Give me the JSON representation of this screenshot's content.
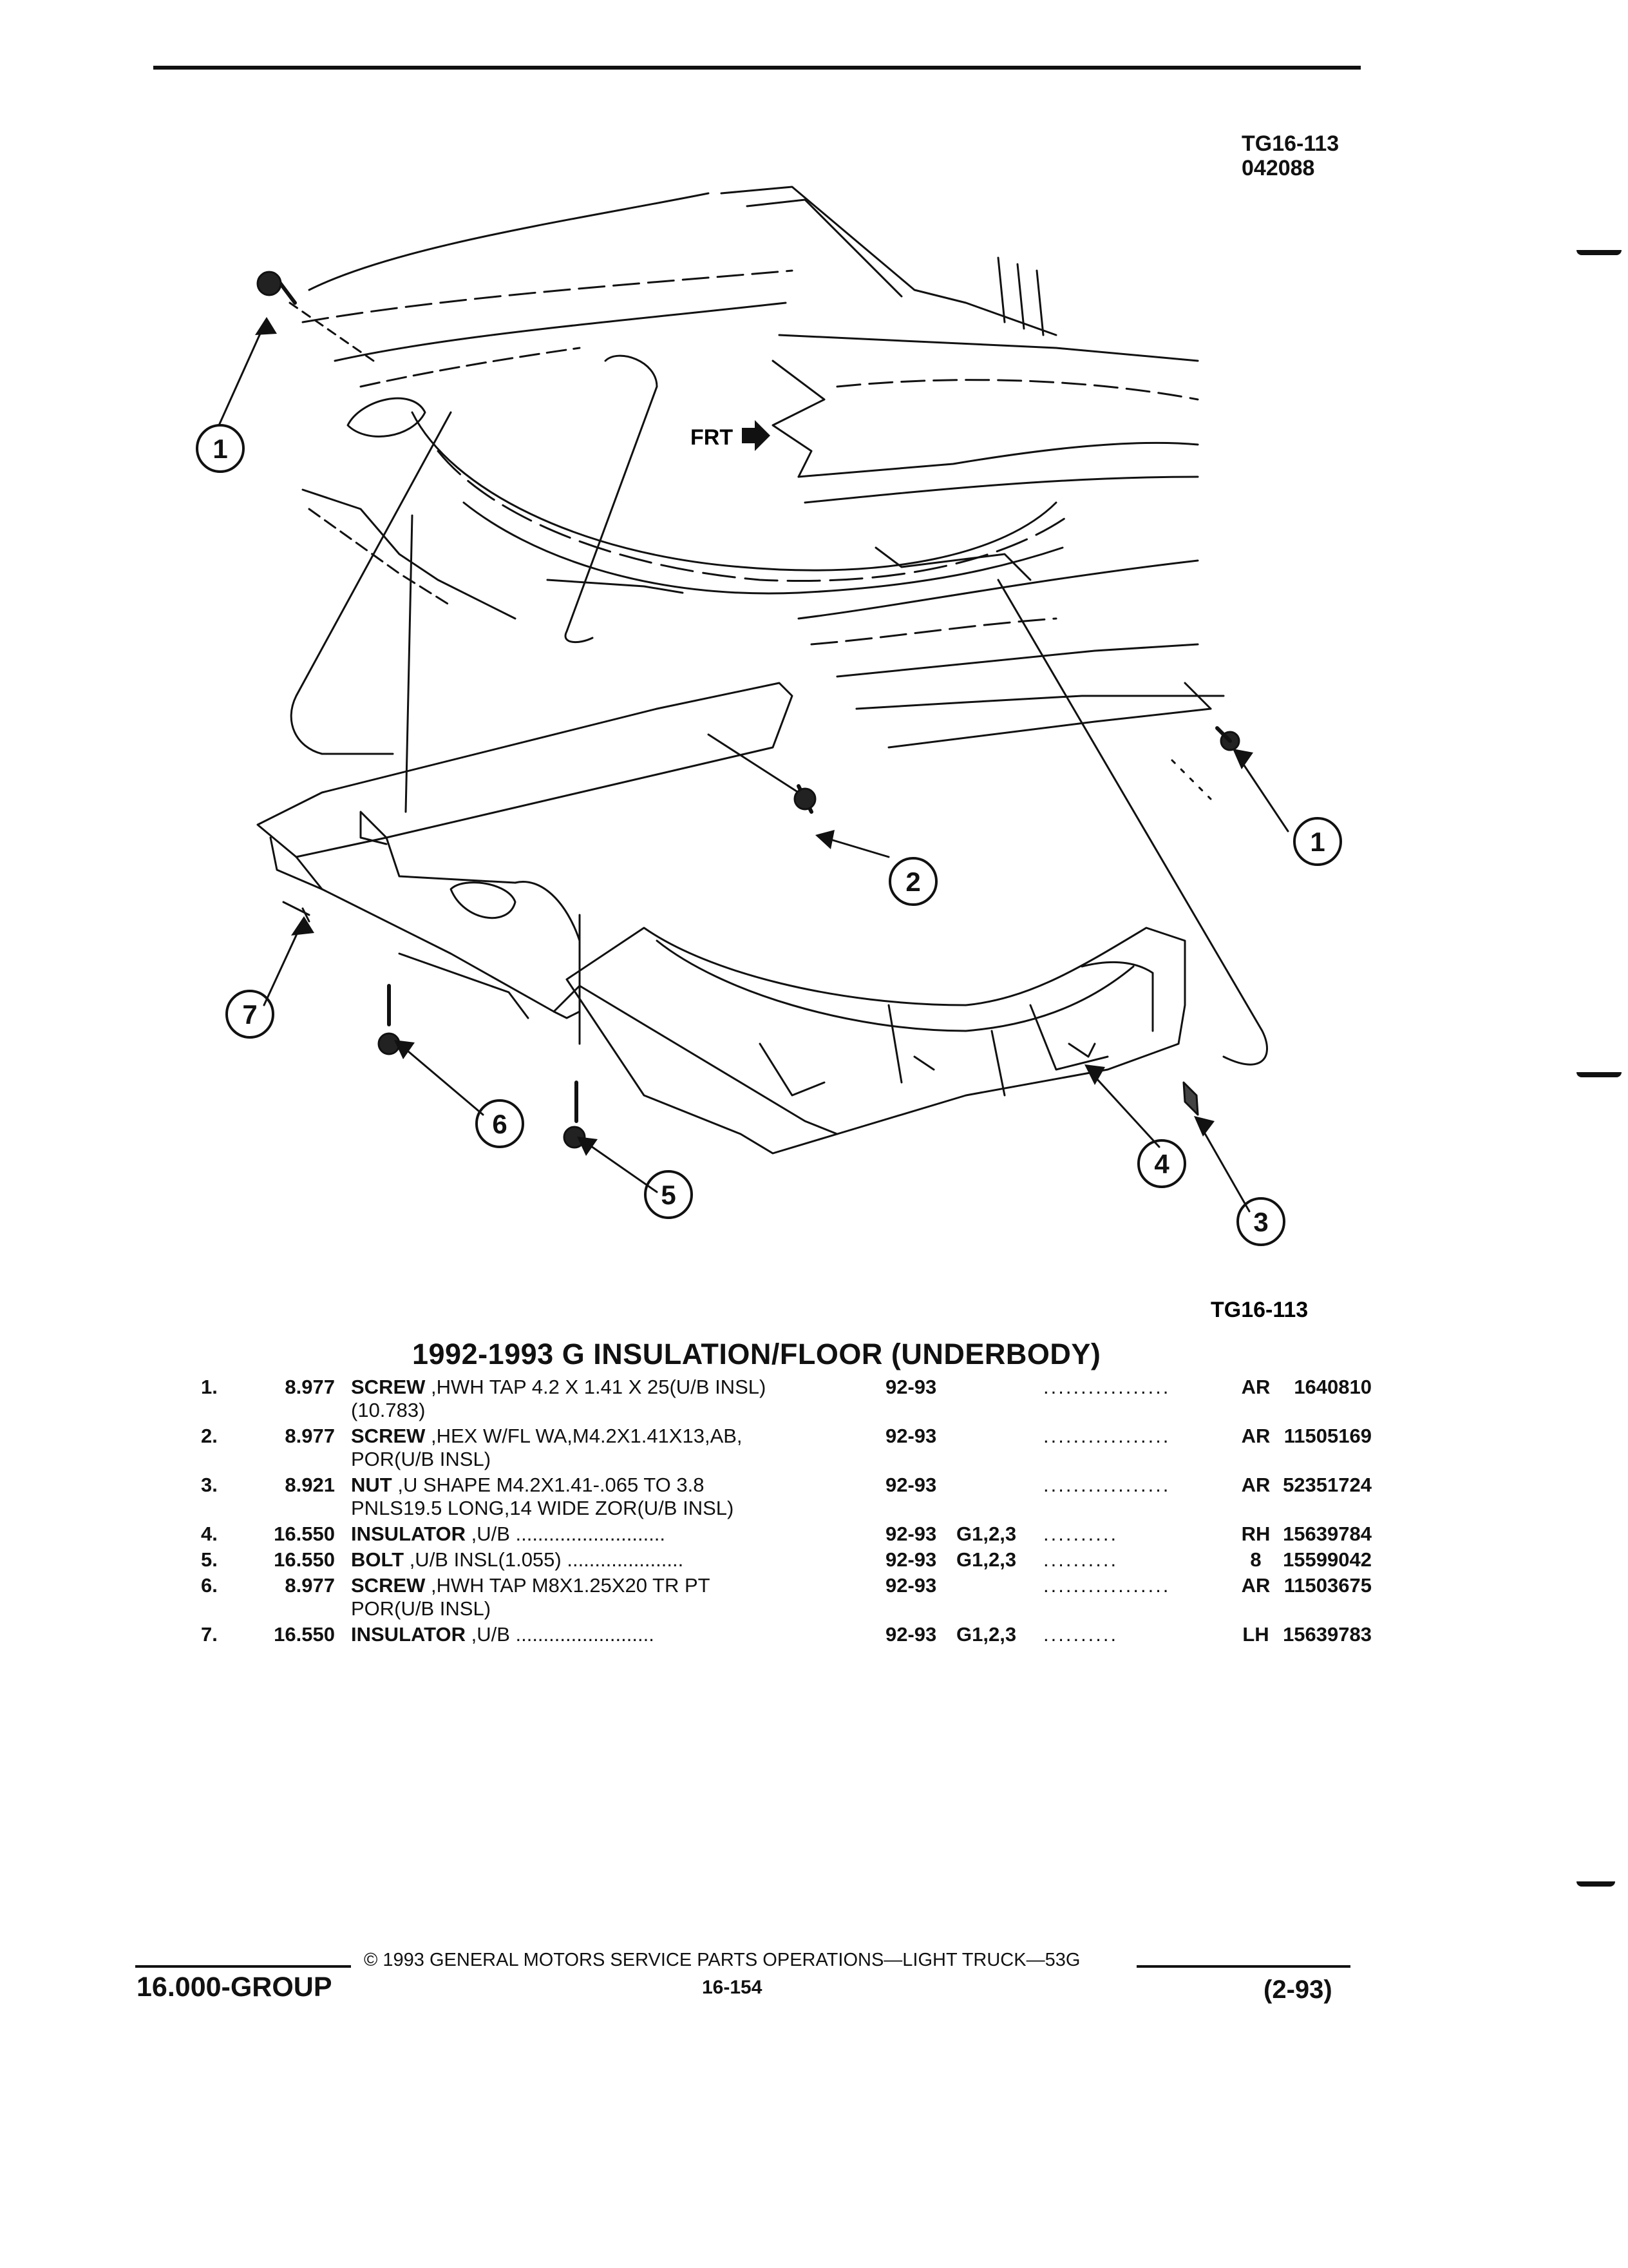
{
  "header": {
    "figure_id": "TG16-113",
    "figure_code": "042088"
  },
  "figure": {
    "frt_label": "FRT",
    "callouts": [
      "1",
      "2",
      "3",
      "4",
      "5",
      "6",
      "7",
      "1"
    ],
    "caption_id": "TG16-113"
  },
  "section_title": "1992-1993 G INSULATION/FLOOR (UNDERBODY)",
  "parts": [
    {
      "num": "1.",
      "ref": "8.977",
      "name": "SCREW",
      "desc": " ,HWH TAP 4.2 X 1.41 X 25(U/B INSL)",
      "desc2": "(10.783)",
      "year": "92-93",
      "series": "",
      "dots": ".................",
      "qty": "AR",
      "pn": "1640810"
    },
    {
      "num": "2.",
      "ref": "8.977",
      "name": "SCREW",
      "desc": " ,HEX W/FL WA,M4.2X1.41X13,AB,",
      "desc2": "POR(U/B INSL)",
      "year": "92-93",
      "series": "",
      "dots": ".................",
      "qty": "AR",
      "pn": "11505169"
    },
    {
      "num": "3.",
      "ref": "8.921",
      "name": "NUT",
      "desc": " ,U SHAPE M4.2X1.41-.065 TO 3.8",
      "desc2": "PNLS19.5 LONG,14 WIDE ZOR(U/B INSL)",
      "year": "92-93",
      "series": "",
      "dots": ".................",
      "qty": "AR",
      "pn": "52351724"
    },
    {
      "num": "4.",
      "ref": "16.550",
      "name": "INSULATOR",
      "desc": " ,U/B ...........................",
      "desc2": "",
      "year": "92-93",
      "series": "G1,2,3",
      "dots": "..........",
      "qty": "RH",
      "pn": "15639784"
    },
    {
      "num": "5.",
      "ref": "16.550",
      "name": "BOLT",
      "desc": " ,U/B INSL(1.055) .....................",
      "desc2": "",
      "year": "92-93",
      "series": "G1,2,3",
      "dots": "..........",
      "qty": "8",
      "pn": "15599042"
    },
    {
      "num": "6.",
      "ref": "8.977",
      "name": "SCREW",
      "desc": " ,HWH TAP M8X1.25X20 TR PT",
      "desc2": "POR(U/B INSL)",
      "year": "92-93",
      "series": "",
      "dots": ".................",
      "qty": "AR",
      "pn": "11503675"
    },
    {
      "num": "7.",
      "ref": "16.550",
      "name": "INSULATOR",
      "desc": " ,U/B .........................",
      "desc2": "",
      "year": "92-93",
      "series": "G1,2,3",
      "dots": "..........",
      "qty": "LH",
      "pn": "15639783"
    }
  ],
  "footer": {
    "copyright": "© 1993  GENERAL MOTORS SERVICE PARTS OPERATIONS—LIGHT TRUCK—53G",
    "group": "16.000-GROUP",
    "page": "16-154",
    "revision": "(2-93)"
  }
}
